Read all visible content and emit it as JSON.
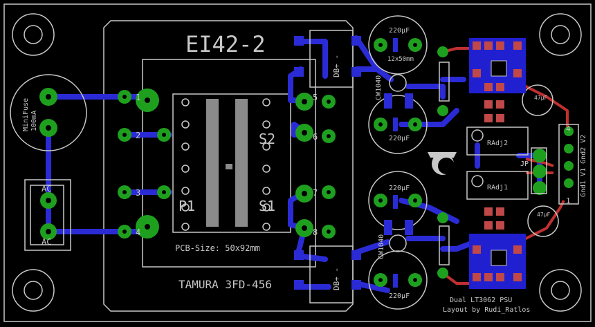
{
  "board": {
    "background": "#000000",
    "outline_color": "#c8c8c8",
    "trace_color": "#2b2bd6",
    "top_trace_color": "#c03030",
    "pad_color": "#1ea01e",
    "smd_color": "#c04848",
    "smd_fill": "#2020d0"
  },
  "labels": {
    "transformer_name": "EI42-2",
    "transformer_brand": "TAMURA 3FD-456",
    "pcb_size": "PCB-Size: 50x92mm",
    "minifuse": "MiniFuse",
    "fuse_rating": "100mA",
    "ac_top": "AC",
    "ac_bottom": "AC",
    "p1": "P1",
    "s1": "S1",
    "s2": "S2",
    "pin1": "1",
    "pin2": "2",
    "pin3": "3",
    "pin4": "4",
    "pin5": "5",
    "pin6": "6",
    "pin7": "7",
    "pin8": "8",
    "cap_top_a": "220µF",
    "cap_top_a_size": "12x50mm",
    "cap_top_b": "220µF",
    "cap_bot_a": "220µF",
    "cap_bot_b": "220µF",
    "bridge_top": "DB+ -",
    "bridge_bottom": "DB+ -",
    "ntc_top": "CW1040",
    "ntc_bottom": "CW1040",
    "radj2": "RAdj2",
    "radj1": "RAdj1",
    "jp": "JP",
    "connector": "Gnd1 V1 Gnd2 V2",
    "conn_1": "1",
    "conn_4": "4",
    "cap_small_top": "47µF",
    "cap_small_bot": "47µF",
    "credit_line1": "Dual LT3062 PSU",
    "credit_line2": "Layout by Rudi_Ratlos"
  }
}
